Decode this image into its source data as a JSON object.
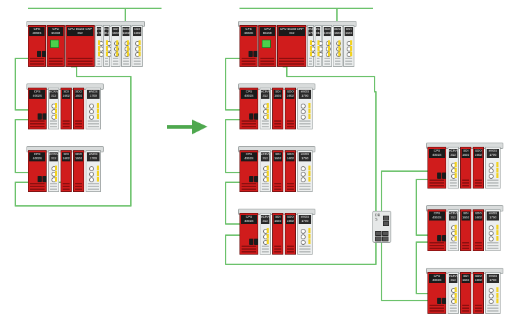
{
  "colors": {
    "cable": "#6cc26c",
    "arrow": "#4ea84e",
    "module_red": "#d01c1c",
    "module_grey": "#eceeee",
    "label_bg": "#1a1a1a"
  },
  "modules": {
    "cps": "CPS 4002S",
    "cpu": "CPU 65150",
    "cpu_alt": "CPU 65160 CRP 312",
    "crp": "eCRA 312",
    "sdi": "SDI 1602",
    "sdo": "SDO 1602",
    "ehrs": "eNOS 1700",
    "ddi": "DDI 1602",
    "ddo": "DDO 1602"
  },
  "switch": {
    "label": "DRS"
  }
}
